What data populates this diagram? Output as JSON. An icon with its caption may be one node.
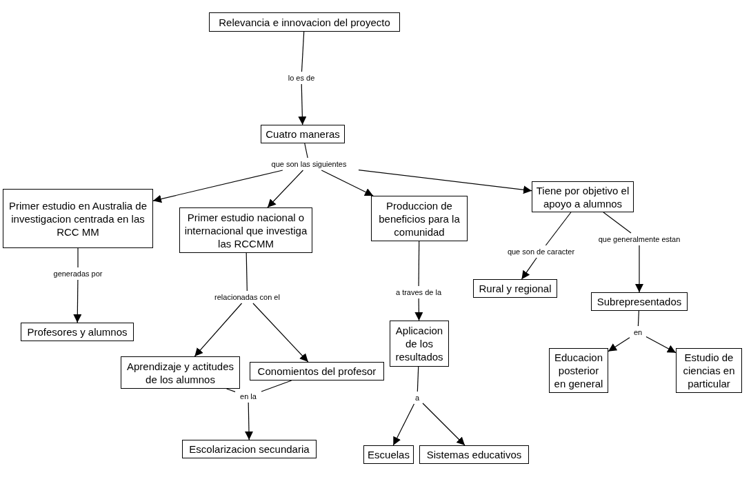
{
  "diagram": {
    "nodes": [
      {
        "text": [
          "Relevancia e innovacion del proyecto"
        ]
      },
      {
        "text": [
          "lo es de"
        ]
      },
      {
        "text": [
          "Cuatro maneras"
        ]
      },
      {
        "text": [
          "que son las siguientes"
        ]
      },
      {
        "text": [
          "Primer estudio en Australia de investigacion centrada en las RCC MM"
        ]
      },
      {
        "text": [
          "Primer estudio nacional o internacional que investiga las RCCMM"
        ]
      },
      {
        "text": [
          "Produccion de beneficios para la comunidad"
        ]
      },
      {
        "text": [
          "Tiene por objetivo el apoyo a alumnos"
        ]
      },
      {
        "text": [
          "generadas por"
        ]
      },
      {
        "text": [
          "relacionadas con el"
        ]
      },
      {
        "text": [
          "a traves de la"
        ]
      },
      {
        "text": [
          "que son de caracter"
        ]
      },
      {
        "text": [
          "que generalmente estan"
        ]
      },
      {
        "text": [
          "Rural y regional"
        ]
      },
      {
        "text": [
          "Subrepresentados"
        ]
      },
      {
        "text": [
          "Profesores y alumnos"
        ]
      },
      {
        "text": [
          "en"
        ]
      },
      {
        "text": [
          "Aplicacion de los resultados"
        ]
      },
      {
        "text": [
          "Aprendizaje y actitudes de los alumnos"
        ]
      },
      {
        "text": [
          "Conomientos del profesor"
        ]
      },
      {
        "text": [
          "Educacion posterior en general"
        ]
      },
      {
        "text": [
          "Estudio de ciencias en particular"
        ]
      },
      {
        "text": [
          "en la"
        ]
      },
      {
        "text": [
          "a"
        ]
      },
      {
        "text": [
          "Escolarizacion secundaria"
        ]
      },
      {
        "text": [
          "Escuelas"
        ]
      },
      {
        "text": [
          "Sistemas educativos"
        ]
      }
    ],
    "edges": [
      {
        "from": 0,
        "to": 1,
        "arrow": "none"
      },
      {
        "from": 1,
        "to": 2,
        "arrow": "to"
      },
      {
        "from": 2,
        "to": 3,
        "arrow": "none"
      },
      {
        "from": 3,
        "to": 4,
        "arrow": "to"
      },
      {
        "from": 3,
        "to": 5,
        "arrow": "to"
      },
      {
        "from": 3,
        "to": 6,
        "arrow": "to"
      },
      {
        "from": 3,
        "to": 7,
        "arrow": "to"
      },
      {
        "from": 4,
        "to": 8,
        "arrow": "none"
      },
      {
        "from": 8,
        "to": 15,
        "arrow": "to"
      },
      {
        "from": 5,
        "to": 9,
        "arrow": "none"
      },
      {
        "from": 9,
        "to": 18,
        "arrow": "to"
      },
      {
        "from": 9,
        "to": 19,
        "arrow": "to"
      },
      {
        "from": 6,
        "to": 10,
        "arrow": "none"
      },
      {
        "from": 10,
        "to": 17,
        "arrow": "to"
      },
      {
        "from": 7,
        "to": 11,
        "arrow": "none"
      },
      {
        "from": 11,
        "to": 13,
        "arrow": "to"
      },
      {
        "from": 7,
        "to": 12,
        "arrow": "none"
      },
      {
        "from": 12,
        "to": 14,
        "arrow": "to"
      },
      {
        "from": 14,
        "to": 16,
        "arrow": "none"
      },
      {
        "from": 16,
        "to": 20,
        "arrow": "to"
      },
      {
        "from": 16,
        "to": 21,
        "arrow": "to"
      },
      {
        "from": 18,
        "to": 22,
        "arrow": "none"
      },
      {
        "from": 19,
        "to": 22,
        "arrow": "none"
      },
      {
        "from": 22,
        "to": 24,
        "arrow": "to"
      },
      {
        "from": 17,
        "to": 23,
        "arrow": "none"
      },
      {
        "from": 23,
        "to": 25,
        "arrow": "to"
      },
      {
        "from": 23,
        "to": 26,
        "arrow": "to"
      }
    ]
  }
}
